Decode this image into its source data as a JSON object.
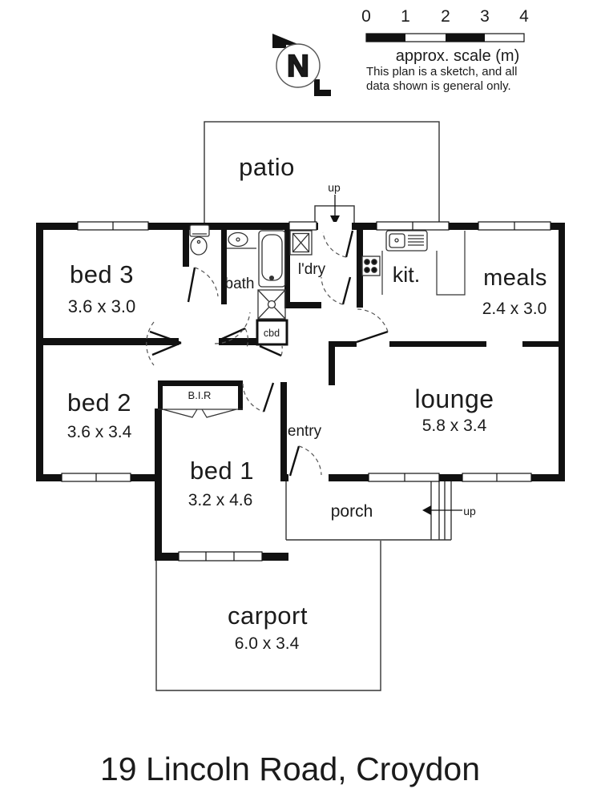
{
  "meta": {
    "address": "19 Lincoln Road, Croydon"
  },
  "scale_bar": {
    "ticks": [
      "0",
      "1",
      "2",
      "3",
      "4"
    ],
    "caption": "approx. scale (m)",
    "note1": "This plan is a sketch, and all",
    "note2": "data shown is general only."
  },
  "compass": {
    "letter": "N"
  },
  "rooms": {
    "patio": {
      "name": "patio"
    },
    "bed3": {
      "name": "bed 3",
      "dims": "3.6 x 3.0"
    },
    "bath": {
      "name": "bath"
    },
    "ldry": {
      "name": "l'dry"
    },
    "kit": {
      "name": "kit."
    },
    "meals": {
      "name": "meals",
      "dims": "2.4 x 3.0"
    },
    "bed2": {
      "name": "bed 2",
      "dims": "3.6 x 3.4"
    },
    "bir": {
      "name": "B.I.R"
    },
    "cbd": {
      "name": "cbd"
    },
    "entry": {
      "name": "entry"
    },
    "lounge": {
      "name": "lounge",
      "dims": "5.8 x 3.4"
    },
    "bed1": {
      "name": "bed 1",
      "dims": "3.2 x 4.6"
    },
    "porch": {
      "name": "porch"
    },
    "carport": {
      "name": "carport",
      "dims": "6.0 x 3.4"
    }
  },
  "stairs": {
    "patio_label": "up",
    "porch_label": "up"
  },
  "colors": {
    "ink": "#111111"
  }
}
